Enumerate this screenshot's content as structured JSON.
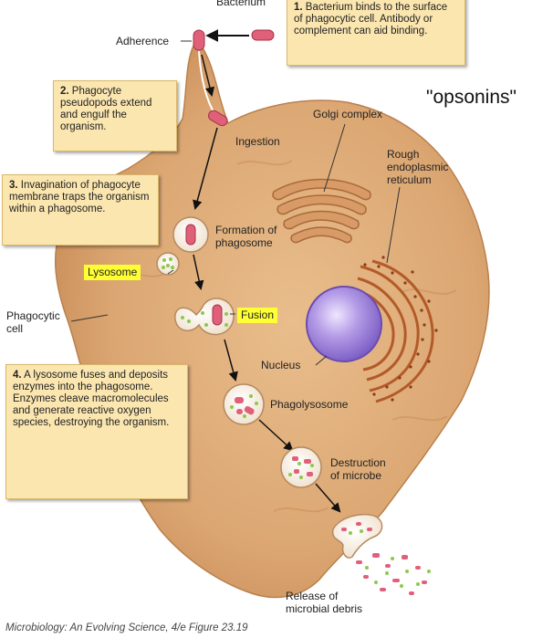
{
  "labels": {
    "bacterium": "Bacterium",
    "adherence": "Adherence",
    "golgi": "Golgi complex",
    "ingestion": "Ingestion",
    "rough_er": "Rough\nendoplasmic\nreticulum",
    "formation": "Formation of\nphagosome",
    "lysosome": "Lysosome",
    "fusion": "Fusion",
    "phagocytic_cell": "Phagocytic\ncell",
    "nucleus": "Nucleus",
    "phagolysosome": "Phagolysosome",
    "destruction": "Destruction\nof microbe",
    "release": "Release of\nmicrobial debris"
  },
  "steps": [
    {
      "number": "1.",
      "text": " Bacterium binds to the surface of phagocytic cell. Antibody or complement can aid binding."
    },
    {
      "number": "2.",
      "text": " Phagocyte pseudopods extend and engulf the organism."
    },
    {
      "number": "3.",
      "text": " Invagination of phagocyte membrane traps the organism within a phagosome."
    },
    {
      "number": "4.",
      "text": " A lysosome fuses and deposits enzymes into the phagosome. Enzymes cleave macromolecules and generate reactive oxygen species, destroying the organism."
    }
  ],
  "annotation": "\"opsonins\"",
  "caption": "Microbiology: An Evolving Science, 4/e  Figure 23.19",
  "colors": {
    "cell": "#dda874",
    "bacterium": "#e0607a",
    "nucleus": "#a98de0",
    "box": "#fbe6b0",
    "highlight": "#ffff33"
  }
}
